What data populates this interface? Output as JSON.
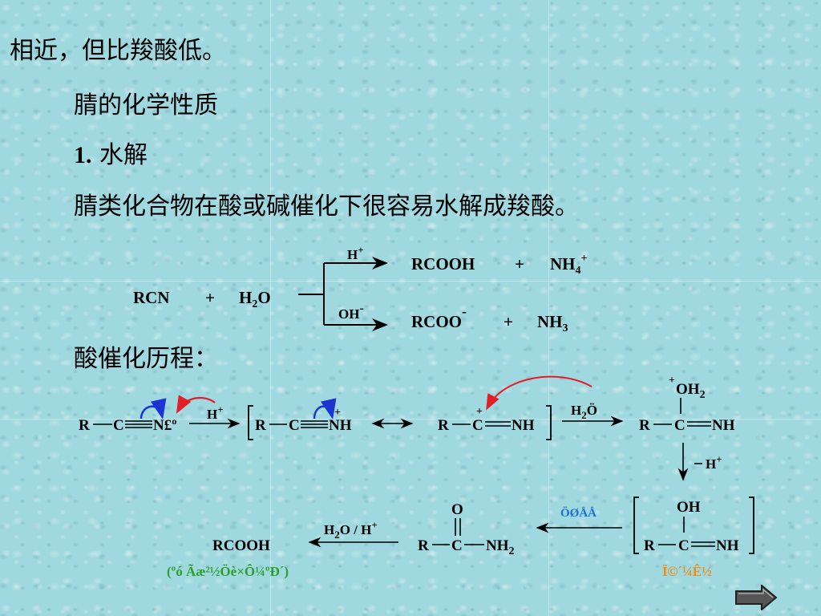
{
  "text": {
    "line1": "相近，但比羧酸低。",
    "heading": "腈的化学性质",
    "section_num": "1.",
    "section_title": "水解",
    "desc": "腈类化合物在酸或碱催化下很容易水解成羧酸。",
    "mech_title": "酸催化历程："
  },
  "hydrolysis": {
    "reactant": "RCN",
    "plus": "+",
    "water": "H",
    "water_sub": "2",
    "water_o": "O",
    "acid_cond": "H",
    "acid_prod1": "RCOOH",
    "acid_prod2": "NH",
    "acid_prod2_sub": "4",
    "base_cond": "OH",
    "base_prod1": "RCOO",
    "base_prod2": "NH",
    "base_prod2_sub": "3"
  },
  "mechanism": {
    "R": "R",
    "C": "C",
    "N_garbled": "N£º",
    "NH": "NH",
    "H_plus": "H",
    "water_step": "H",
    "water_step_sub": "2",
    "water_step_o": "Ö",
    "OH2": "OH",
    "OH2_sub": "2",
    "minus_H": "H",
    "OH": "OH",
    "O": "O",
    "NH2": "NH",
    "NH2_sub": "2",
    "rearrange_label": "ÖØÅÅ",
    "final_cond": "H",
    "final_cond_sub": "2",
    "final_cond_rest": "O / H",
    "final_product": "RCOOH",
    "caption_left": "(ºó Ãæ²½Öè×Ô¼ºÐ´)",
    "caption_right": "Ï©´¼Ê½"
  },
  "colors": {
    "red_arrow": "#e41e26",
    "blue_arrow": "#1a35d4",
    "green_caption": "#2aa02a",
    "orange_caption": "#f08c10",
    "rearrange_blue": "#1a6fd6",
    "next_button": "#555555"
  },
  "icons": {
    "next": "next-arrow-icon"
  }
}
